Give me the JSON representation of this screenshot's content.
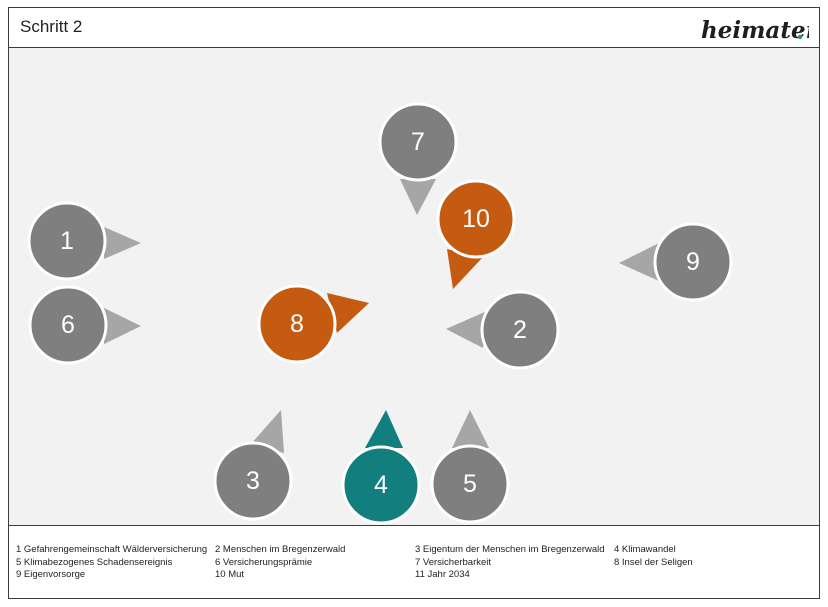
{
  "header": {
    "title": "Schritt 2",
    "logo_text": "heimaten",
    "logo_dot_color": "#2e8f8c"
  },
  "colors": {
    "grey_circle": "#7f7f7f",
    "grey_pointer": "#a6a6a6",
    "orange": "#c55a11",
    "teal": "#127f7e",
    "canvas_bg": "#f2f2f2"
  },
  "nodes": [
    {
      "id": "1",
      "label": "1",
      "color": "grey",
      "pointer": "right"
    },
    {
      "id": "6",
      "label": "6",
      "color": "grey",
      "pointer": "right"
    },
    {
      "id": "7",
      "label": "7",
      "color": "grey",
      "pointer": "down"
    },
    {
      "id": "10",
      "label": "10",
      "color": "orange",
      "pointer": "down-left"
    },
    {
      "id": "8",
      "label": "8",
      "color": "orange",
      "pointer": "right"
    },
    {
      "id": "2",
      "label": "2",
      "color": "grey",
      "pointer": "left"
    },
    {
      "id": "9",
      "label": "9",
      "color": "grey",
      "pointer": "left"
    },
    {
      "id": "3",
      "label": "3",
      "color": "grey",
      "pointer": "up"
    },
    {
      "id": "4",
      "label": "4",
      "color": "teal",
      "pointer": "up"
    },
    {
      "id": "5",
      "label": "5",
      "color": "grey",
      "pointer": "up"
    }
  ],
  "legend": {
    "col1": [
      "1 Gefahrengemeinschaft Wälderversicherung",
      "5 Klimabezogenes Schadensereignis",
      "9 Eigenvorsorge"
    ],
    "col2": [
      "2 Menschen im Bregenzerwald",
      "6 Versicherungsprämie",
      "10 Mut"
    ],
    "col3": [
      "3 Eigentum der Menschen im Bregenzerwald",
      "7 Versicherbarkeit",
      "11 Jahr 2034"
    ],
    "col4": [
      "4 Klimawandel",
      "8 Insel der Seligen"
    ]
  }
}
